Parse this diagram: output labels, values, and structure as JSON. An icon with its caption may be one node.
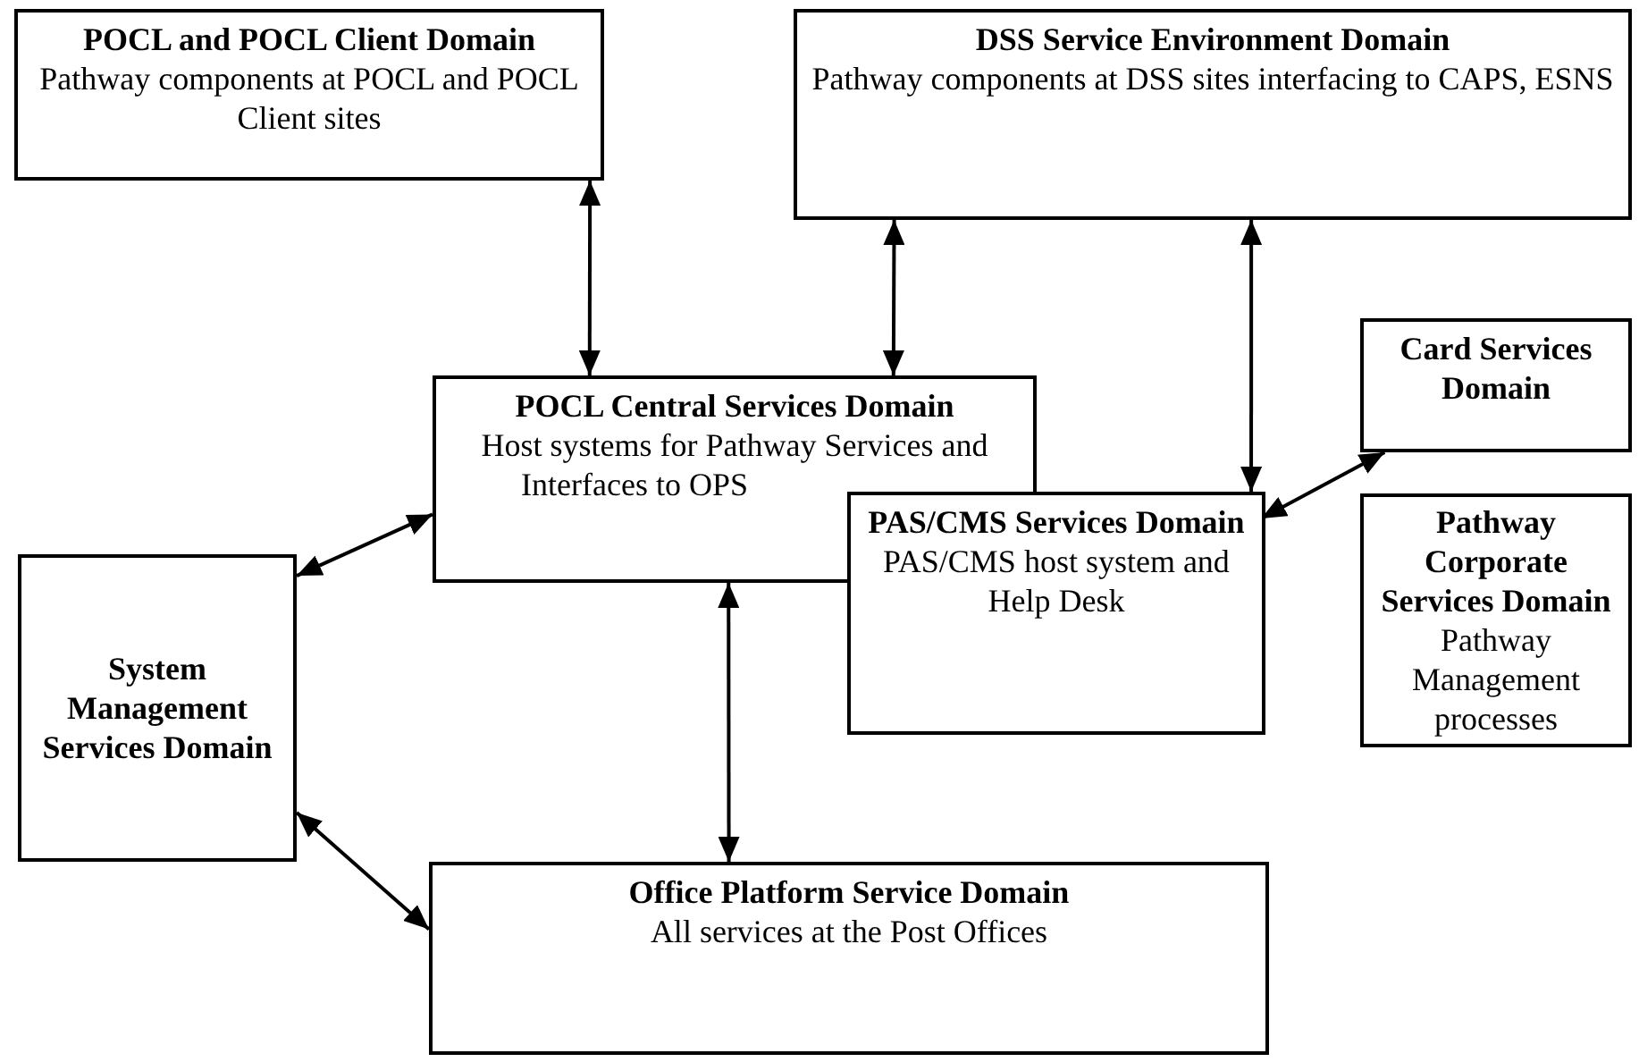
{
  "diagram": {
    "nodes": [
      {
        "text": [
          "POCL and POCL Client Domain",
          "Pathway components at POCL and POCL Client sites"
        ]
      },
      {
        "text": [
          "DSS Service Environment Domain",
          "Pathway components at DSS sites interfacing to CAPS, ESNS"
        ]
      },
      {
        "text": [
          "Card Services Domain"
        ]
      },
      {
        "text": [
          "POCL Central Services Domain",
          "Host systems for Pathway Services and Interfaces to OPS"
        ]
      },
      {
        "text": [
          "PAS/CMS Services Domain",
          "PAS/CMS host system and Help Desk"
        ]
      },
      {
        "text": [
          "System Management Services Domain"
        ]
      },
      {
        "text": [
          "Pathway Corporate Services Domain",
          "Pathway Management processes"
        ]
      },
      {
        "text": [
          "Office Platform Service Domain",
          "All services at the Post Offices"
        ]
      }
    ],
    "edges": [
      {
        "from": 0,
        "to": 3,
        "arrow": "both"
      },
      {
        "from": 1,
        "to": 3,
        "arrow": "both"
      },
      {
        "from": 1,
        "to": 4,
        "arrow": "both"
      },
      {
        "from": 2,
        "to": 4,
        "arrow": "both"
      },
      {
        "from": 5,
        "to": 3,
        "arrow": "both"
      },
      {
        "from": 5,
        "to": 7,
        "arrow": "both"
      },
      {
        "from": 3,
        "to": 7,
        "arrow": "both"
      }
    ]
  }
}
